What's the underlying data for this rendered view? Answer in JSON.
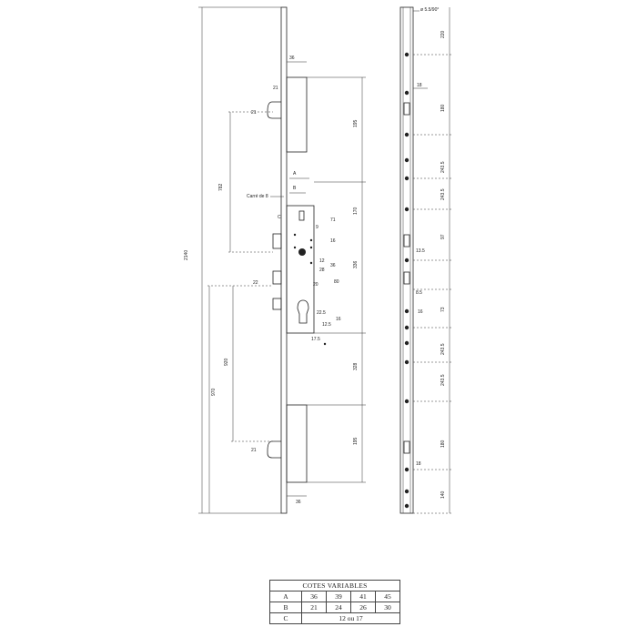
{
  "front": {
    "total_height": "2140",
    "lower_height": "970",
    "mid_span": "920",
    "upper_offset": "782",
    "top_width": "36",
    "bottom_width": "36",
    "bolt_21_top": "21",
    "bolt_21_bottom": "21",
    "hook_21": "21",
    "gap_22": "22",
    "len_195_top": "195",
    "len_170": "170",
    "len_A": "A",
    "len_B": "B",
    "carre_label": "Carré de 8",
    "marker_C": "C",
    "d_71": "71",
    "d_9": "9",
    "d_16": "16",
    "d_12": "12",
    "d_28": "28",
    "d_36": "36",
    "d_80": "80",
    "d_20": "20",
    "d_22_5": "22.5",
    "d_17_5": "17.5",
    "d_12_5": "12.5",
    "d_16_5": "16",
    "len_336": "336",
    "len_328": "328",
    "len_195_bottom": "195"
  },
  "side": {
    "hole_note": "ø 5.5/90°",
    "d_220": "220",
    "d_18": "18",
    "d_180": "180",
    "d_243_a": "243.5",
    "d_243_b": "243.5",
    "d_97": "97",
    "d_13_5": "13.5",
    "d_8_5": "8.5",
    "d_16": "16",
    "d_73": "73",
    "d_243_c": "243.5",
    "d_243_d": "243.5",
    "d_180_b": "180",
    "d_18_b": "18",
    "d_140": "140"
  },
  "cotes_table": {
    "caption": "COTES VARIABLES",
    "rows": [
      {
        "label": "A",
        "values": [
          "36",
          "39",
          "41",
          "45"
        ]
      },
      {
        "label": "B",
        "values": [
          "21",
          "24",
          "26",
          "30"
        ]
      }
    ],
    "row_c": {
      "label": "C",
      "value": "12 ou 17"
    }
  }
}
